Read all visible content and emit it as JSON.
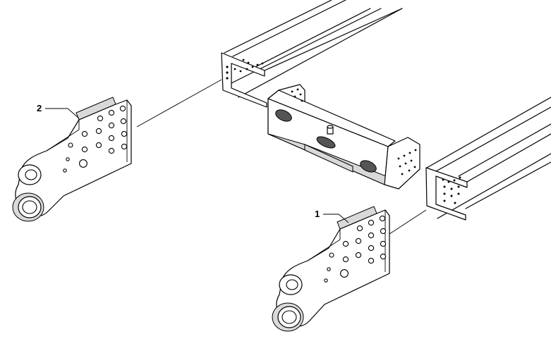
{
  "diagram": {
    "callouts": [
      {
        "id": "part-1",
        "label": "1"
      },
      {
        "id": "part-2",
        "label": "2"
      }
    ],
    "colors": {
      "background": "#ffffff",
      "line": "#000000",
      "shade": "#d9d9d9"
    }
  }
}
